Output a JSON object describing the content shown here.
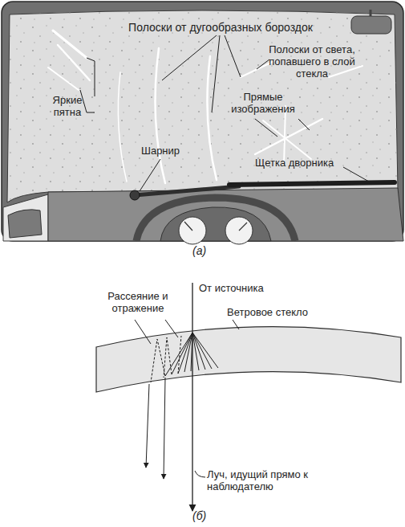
{
  "diagram": {
    "labels": [
      "Полоски от дугообразных бороздок",
      "Полоски от света, попавшего в слой стекла",
      "Яркие пятна",
      "Прямые изображения",
      "Шарнир",
      "Щетка дворника",
      "(а)",
      "От источника",
      "Рассеяние и отражение",
      "Ветровое стекло",
      "Луч, идущий прямо к наблюдателю",
      "(б)"
    ]
  }
}
